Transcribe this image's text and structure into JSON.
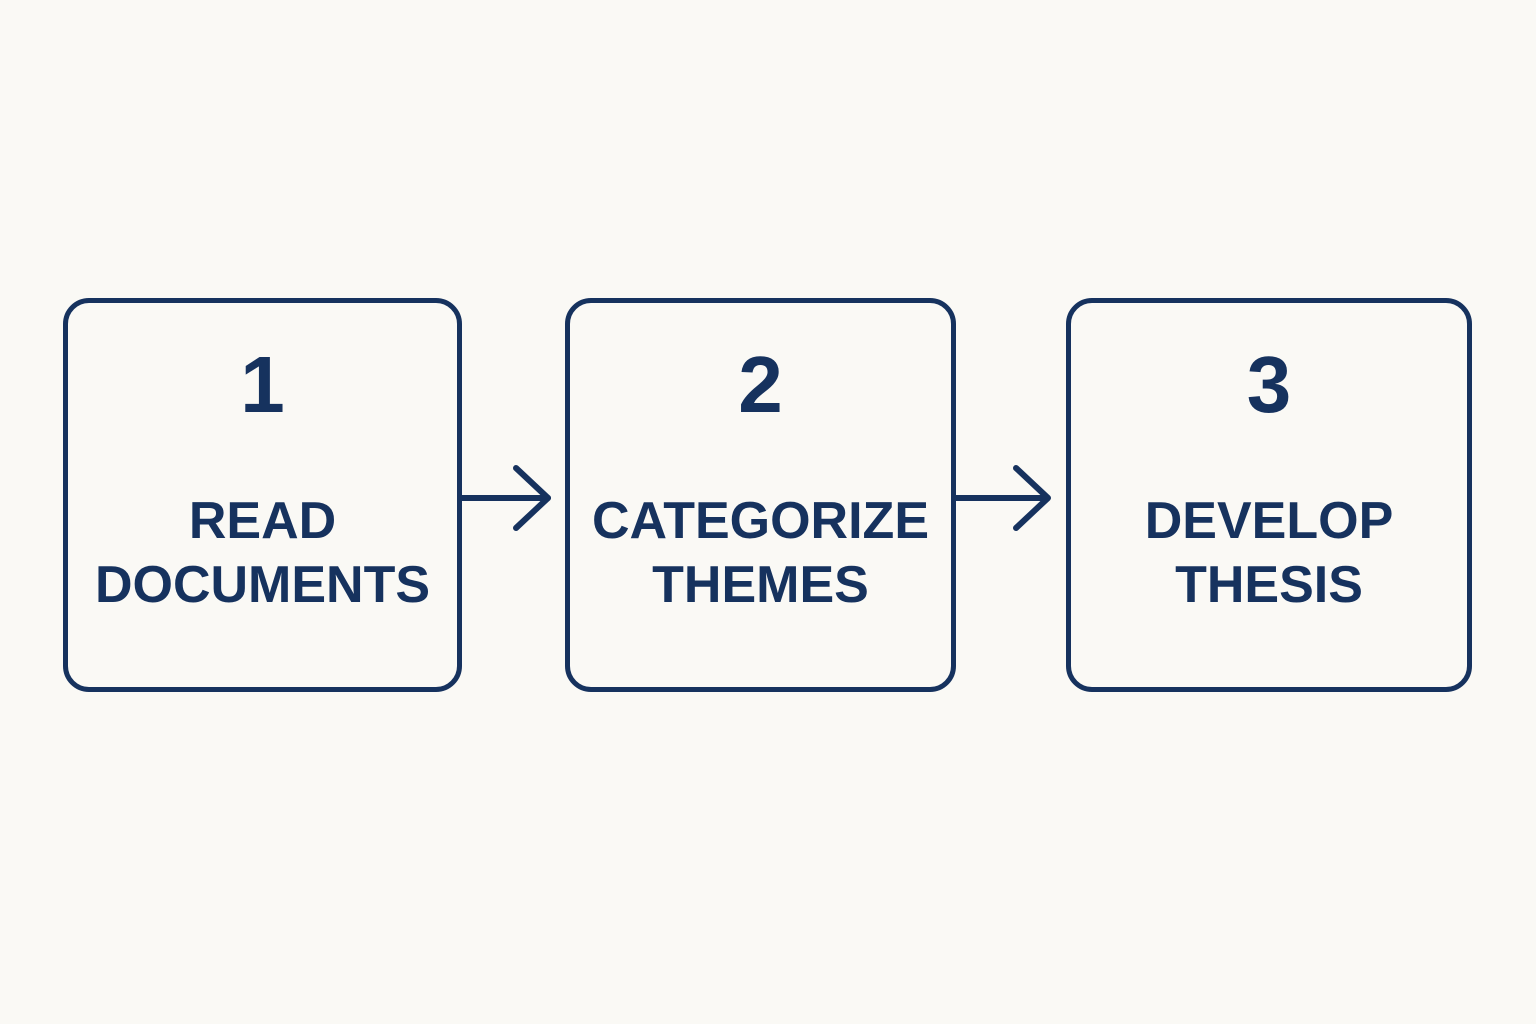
{
  "colors": {
    "background": "#faf9f5",
    "accent": "#16325e"
  },
  "steps": [
    {
      "number": "1",
      "label_line1": "READ",
      "label_line2": "DOCUMENTS"
    },
    {
      "number": "2",
      "label_line1": "CATEGORIZE",
      "label_line2": "THEMES"
    },
    {
      "number": "3",
      "label_line1": "DEVELOP",
      "label_line2": "THESIS"
    }
  ],
  "connectors": [
    {
      "icon": "arrow-right-icon"
    },
    {
      "icon": "arrow-right-icon"
    }
  ]
}
